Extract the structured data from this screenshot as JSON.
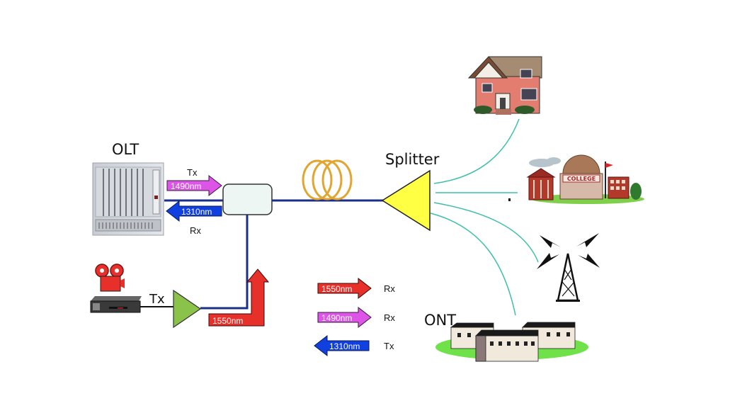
{
  "diagram": {
    "type": "PON network diagram",
    "labels": {
      "olt": "OLT",
      "splitter": "Splitter",
      "ont": "ONT",
      "olt_tx": "Tx",
      "olt_rx": "Rx",
      "video_tx": "Tx"
    },
    "olt_arrows": {
      "tx_wavelength": "1490nm",
      "rx_wavelength": "1310nm"
    },
    "video_arrow": {
      "wavelength": "1550nm"
    },
    "legend": [
      {
        "wavelength": "1550nm",
        "direction": "right",
        "label": "Rx",
        "color": "#e8302a"
      },
      {
        "wavelength": "1490nm",
        "direction": "right",
        "label": "Rx",
        "color": "#dd55e6"
      },
      {
        "wavelength": "1310nm",
        "direction": "left",
        "label": "Tx",
        "color": "#1040e0"
      }
    ],
    "endpoints": [
      {
        "name": "house",
        "icon": "house-icon"
      },
      {
        "name": "college",
        "icon": "college-icon",
        "sign": "COLLEGE"
      },
      {
        "name": "radio-tower",
        "icon": "radio-tower-icon"
      },
      {
        "name": "ont-neighborhood",
        "icon": "neighborhood-icon"
      }
    ],
    "colors": {
      "fiber": "#1a2f8a",
      "drop_fiber": "#3cc0a8",
      "splitter": "#ffff44",
      "amplifier": "#8bc34a",
      "coil": "#e2a530",
      "coupler_fill": "#eef6f4"
    }
  }
}
